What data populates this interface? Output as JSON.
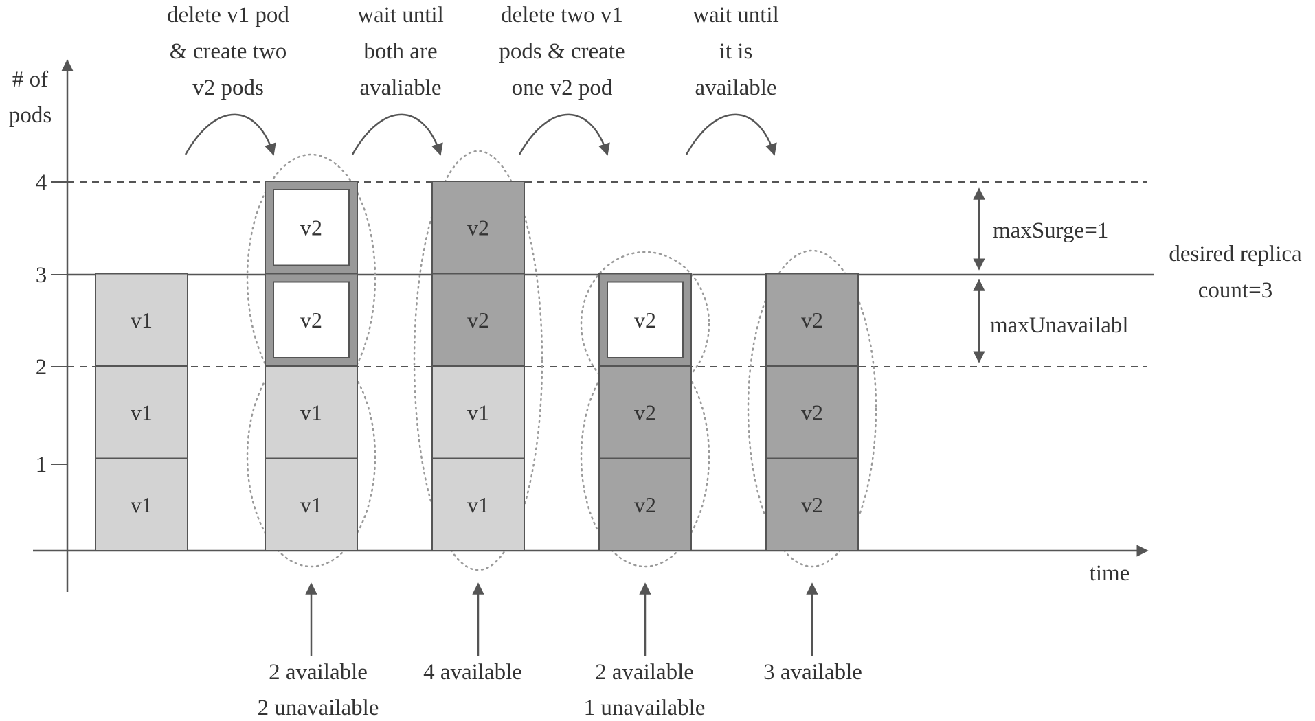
{
  "axis": {
    "y_title": [
      "# of",
      "pods"
    ],
    "y_ticks": [
      "4",
      "3",
      "2",
      "1"
    ],
    "x_title": "time"
  },
  "steps": [
    [
      "delete v1 pod",
      "& create two",
      "v2 pods"
    ],
    [
      "wait until",
      "both are",
      "avaliable"
    ],
    [
      "delete two v1",
      "pods & create",
      "one v2 pod"
    ],
    [
      "wait until",
      "it is",
      "available"
    ]
  ],
  "stacks": [
    [
      {
        "label": "v1",
        "state": "old"
      },
      {
        "label": "v1",
        "state": "old"
      },
      {
        "label": "v1",
        "state": "old"
      }
    ],
    [
      {
        "label": "v1",
        "state": "old"
      },
      {
        "label": "v1",
        "state": "old"
      },
      {
        "label": "v2",
        "state": "starting"
      },
      {
        "label": "v2",
        "state": "starting"
      }
    ],
    [
      {
        "label": "v1",
        "state": "old"
      },
      {
        "label": "v1",
        "state": "old"
      },
      {
        "label": "v2",
        "state": "new"
      },
      {
        "label": "v2",
        "state": "new"
      }
    ],
    [
      {
        "label": "v2",
        "state": "new"
      },
      {
        "label": "v2",
        "state": "new"
      },
      {
        "label": "v2",
        "state": "starting"
      }
    ],
    [
      {
        "label": "v2",
        "state": "new"
      },
      {
        "label": "v2",
        "state": "new"
      },
      {
        "label": "v2",
        "state": "new"
      }
    ]
  ],
  "status": [
    [
      "2 available",
      "2 unavailable"
    ],
    [
      "4 available"
    ],
    [
      "2 available",
      "1 unavailable"
    ],
    [
      "3 available"
    ]
  ],
  "annotations": {
    "max_surge": "maxSurge=1",
    "max_unavailable": "maxUnavailabl",
    "desired": [
      "desired replica",
      "count=3"
    ]
  },
  "colors": {
    "old": "#d3d3d3",
    "new": "#a3a3a3",
    "starting_fill": "#ffffff",
    "starting_border": "#999999",
    "line": "#555555"
  }
}
